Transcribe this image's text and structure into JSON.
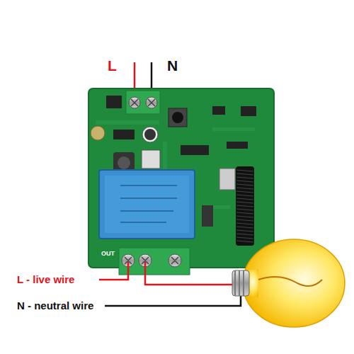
{
  "diagram": {
    "labels": [
      "L",
      "N",
      "L - live wire",
      "N - neutral wire",
      "OUT"
    ]
  }
}
